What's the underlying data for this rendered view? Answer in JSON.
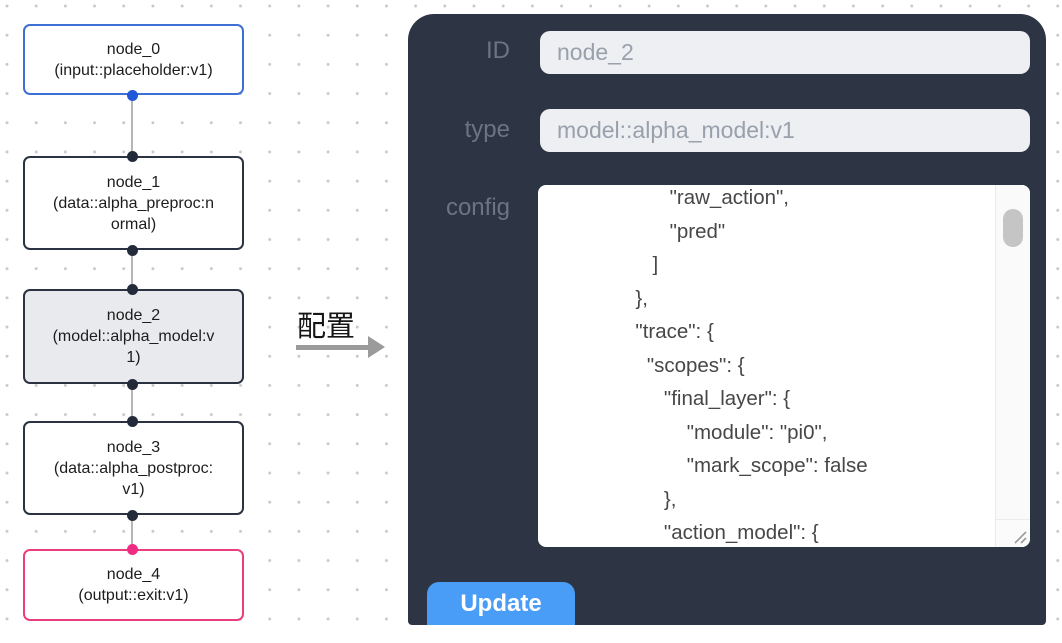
{
  "annotation": {
    "label": "配置"
  },
  "flow": {
    "nodes": [
      {
        "id": "node_0",
        "title": "node_0",
        "subtitle": "(input::placeholder:v1)",
        "kind": "input",
        "selected": false
      },
      {
        "id": "node_1",
        "title": "node_1",
        "subtitle": "(data::alpha_preproc:normal)",
        "kind": "data",
        "selected": false
      },
      {
        "id": "node_2",
        "title": "node_2",
        "subtitle": "(model::alpha_model:v1)",
        "kind": "model",
        "selected": true
      },
      {
        "id": "node_3",
        "title": "node_3",
        "subtitle": "(data::alpha_postproc:v1)",
        "kind": "data",
        "selected": false
      },
      {
        "id": "node_4",
        "title": "node_4",
        "subtitle": "(output::exit:v1)",
        "kind": "output",
        "selected": false
      }
    ]
  },
  "panel": {
    "fields": [
      {
        "label": "ID",
        "value": "node_2"
      },
      {
        "label": "type",
        "value": "model::alpha_model:v1"
      }
    ],
    "config": {
      "label": "config",
      "lines": [
        "                     \"raw_action\",",
        "                     \"pred\"",
        "                  ]",
        "               },",
        "               \"trace\": {",
        "                 \"scopes\": {",
        "                    \"final_layer\": {",
        "                        \"module\": \"pi0\",",
        "                        \"mark_scope\": false",
        "                    },",
        "                    \"action_model\": {"
      ]
    },
    "update_label": "Update"
  },
  "colors": {
    "panel_bg": "#2d3544",
    "accent_blue": "#4a9df6",
    "input_node_border": "#3e6fd2",
    "output_node_border": "#ea3e7f",
    "selected_node_bg": "#e9eaee",
    "port_blue": "#2158d8",
    "port_dark": "#232b3a",
    "port_pink": "#f02b83"
  }
}
